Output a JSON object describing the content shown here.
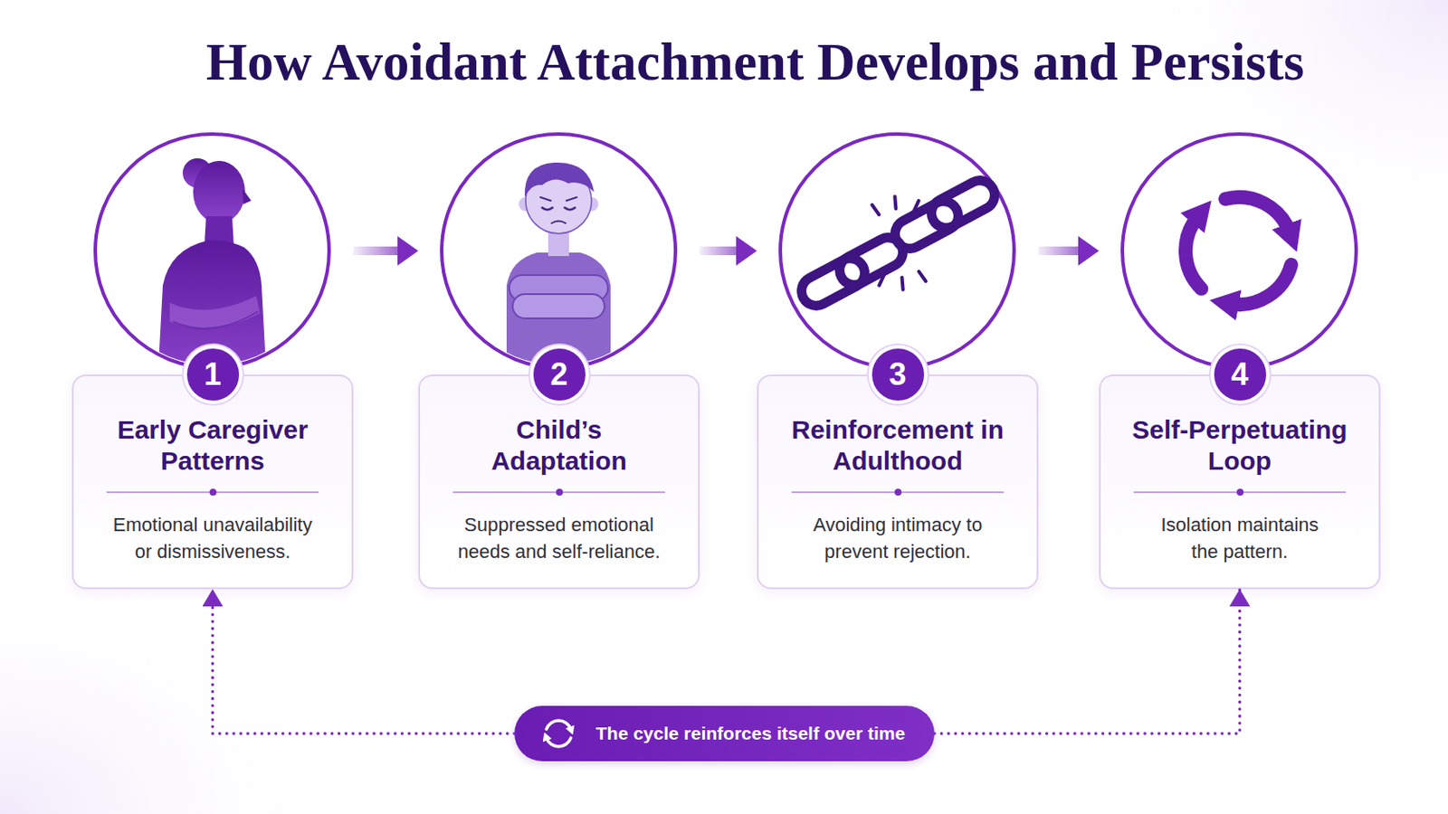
{
  "diagram": {
    "title": "How Avoidant Attachment Develops and Persists",
    "nodes": [
      {
        "text": [
          "1",
          "Early Caregiver Patterns",
          "Emotional unavailability or dismissiveness."
        ]
      },
      {
        "text": [
          "2",
          "Child’s Adaptation",
          "Suppressed emotional needs and self-reliance."
        ]
      },
      {
        "text": [
          "3",
          "Reinforcement in Adulthood",
          "Avoiding intimacy to prevent rejection."
        ]
      },
      {
        "text": [
          "4",
          "Self-Perpetuating Loop",
          "Isolation maintains the pattern."
        ]
      },
      {
        "text": [
          "The cycle reinforces itself over time"
        ]
      }
    ],
    "edges": [
      {
        "from": 0,
        "to": 1,
        "arrow": "to"
      },
      {
        "from": 1,
        "to": 2,
        "arrow": "to"
      },
      {
        "from": 2,
        "to": 3,
        "arrow": "to"
      },
      {
        "from": 4,
        "to": 0,
        "arrow": "to"
      },
      {
        "from": 4,
        "to": 3,
        "arrow": "to"
      }
    ]
  }
}
